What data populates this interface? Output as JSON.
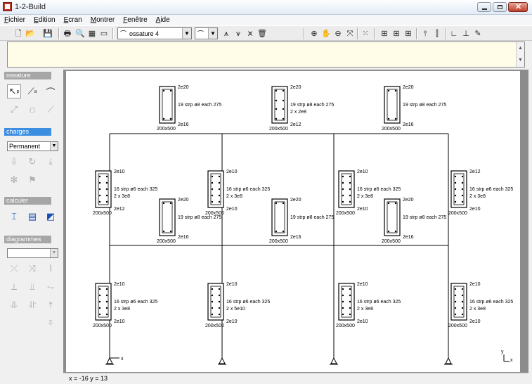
{
  "window": {
    "title": "1-2-Build"
  },
  "menu": [
    "Fichier",
    "Edition",
    "Ecran",
    "Montrer",
    "Fenêtre",
    "Aide"
  ],
  "toolbar": {
    "structure_combo": "ossature 4",
    "icons": [
      "new-icon",
      "open-icon",
      "save-icon",
      "print-icon",
      "print-preview-icon",
      "table-icon",
      "window-icon",
      "zoom-in-icon",
      "pan-hand-icon",
      "zoom-out-icon",
      "zoom-extents-icon",
      "grid-icon",
      "frame-view-1-icon",
      "frame-view-2-icon",
      "frame-view-3-icon",
      "member-icon",
      "loads-icon",
      "axes-1-icon",
      "axes-2-icon",
      "pencil-icon"
    ]
  },
  "palette": {
    "sections": [
      {
        "id": "ossature",
        "label": "ossature",
        "active": false
      },
      {
        "id": "charges",
        "label": "charges",
        "active": true
      },
      {
        "id": "calculer",
        "label": "calculer",
        "active": false
      },
      {
        "id": "diagrammes",
        "label": "diagrammes",
        "active": false
      }
    ],
    "charges_select": "Permanent",
    "diagrammes_select": "",
    "tool_labels": {
      "pointer_sub": "p",
      "arc_sub": "a"
    }
  },
  "drawing": {
    "beams": [
      {
        "top": "2e20",
        "stirrups": "19 strp ø8 each 275",
        "extra": "",
        "bottom": "2e16",
        "size": "200x500"
      },
      {
        "top": "2e20",
        "stirrups": "19 strp ø8 each 275",
        "extra": "2 x 2e8",
        "bottom": "2e12",
        "size": "200x500"
      },
      {
        "top": "2e20",
        "stirrups": "19 strp ø8 each 275",
        "extra": "",
        "bottom": "2e16",
        "size": "200x500"
      },
      {
        "top": "2e20",
        "stirrups": "19 strp ø8 each 275",
        "extra": "",
        "bottom": "2e16",
        "size": "200x500"
      },
      {
        "top": "2e20",
        "stirrups": "19 strp ø8 each 275",
        "extra": "",
        "bottom": "2e16",
        "size": "200x500"
      },
      {
        "top": "2e20",
        "stirrups": "19 strp ø8 each 275",
        "extra": "",
        "bottom": "2e16",
        "size": "200x500"
      }
    ],
    "columns_upper": [
      {
        "top": "2e10",
        "stirrups": "16 strp ø6 each 325",
        "extra": "2 x 3e8",
        "bottom": "2e12",
        "size": "200x500"
      },
      {
        "top": "2e10",
        "stirrups": "16 strp ø6 each 325",
        "extra": "2 x 3e8",
        "bottom": "2e10",
        "size": "200x500"
      },
      {
        "top": "2e10",
        "stirrups": "16 strp ø6 each 325",
        "extra": "2 x 3e8",
        "bottom": "2e10",
        "size": "200x500"
      },
      {
        "top": "2e12",
        "stirrups": "16 strp ø6 each 325",
        "extra": "2 x 3e8",
        "bottom": "2e10",
        "size": "200x500"
      }
    ],
    "columns_lower": [
      {
        "top": "2e10",
        "stirrups": "16 strp ø6 each 325",
        "extra": "2 x 3e8",
        "bottom": "2e10",
        "size": "200x500"
      },
      {
        "top": "2e10",
        "stirrups": "16 strp ø6 each 325",
        "extra": "2 x 5e10",
        "bottom": "2e10",
        "size": "200x500"
      },
      {
        "top": "2e10",
        "stirrups": "16 strp ø6 each 325",
        "extra": "2 x 3e8",
        "bottom": "2e10",
        "size": "200x500"
      },
      {
        "top": "2e10",
        "stirrups": "16 strp ø6 each 325",
        "extra": "2 x 3e8",
        "bottom": "2e10",
        "size": "200x500"
      }
    ],
    "axis": {
      "x": "x",
      "y": "y"
    }
  },
  "status": {
    "coords": "x = -16 y = 13"
  }
}
